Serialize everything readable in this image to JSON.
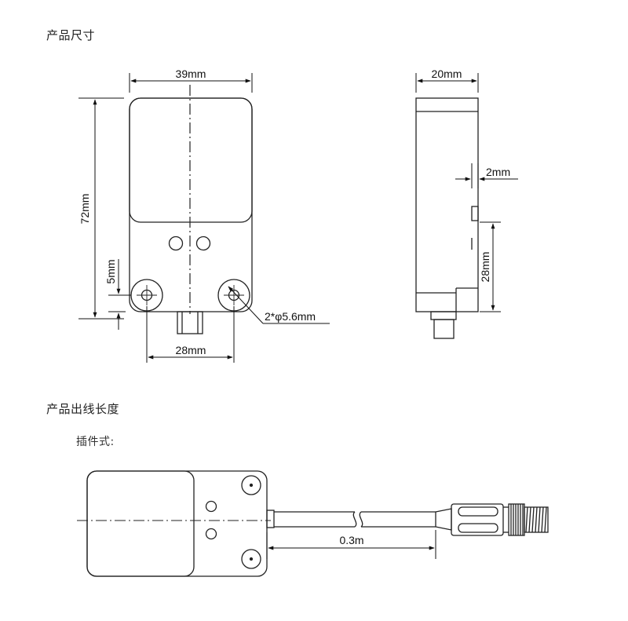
{
  "headings": {
    "product_size": "产品尺寸",
    "cable_length": "产品出线长度",
    "plug_type": "插件式:"
  },
  "front_view": {
    "width": "39mm",
    "height": "72mm",
    "hole_offset": "5mm",
    "hole_spacing": "28mm",
    "hole_dia": "2*φ5.6mm"
  },
  "side_view": {
    "depth": "20mm",
    "step": "2mm",
    "lower": "28mm"
  },
  "cable_view": {
    "cable_length": "0.3m"
  }
}
